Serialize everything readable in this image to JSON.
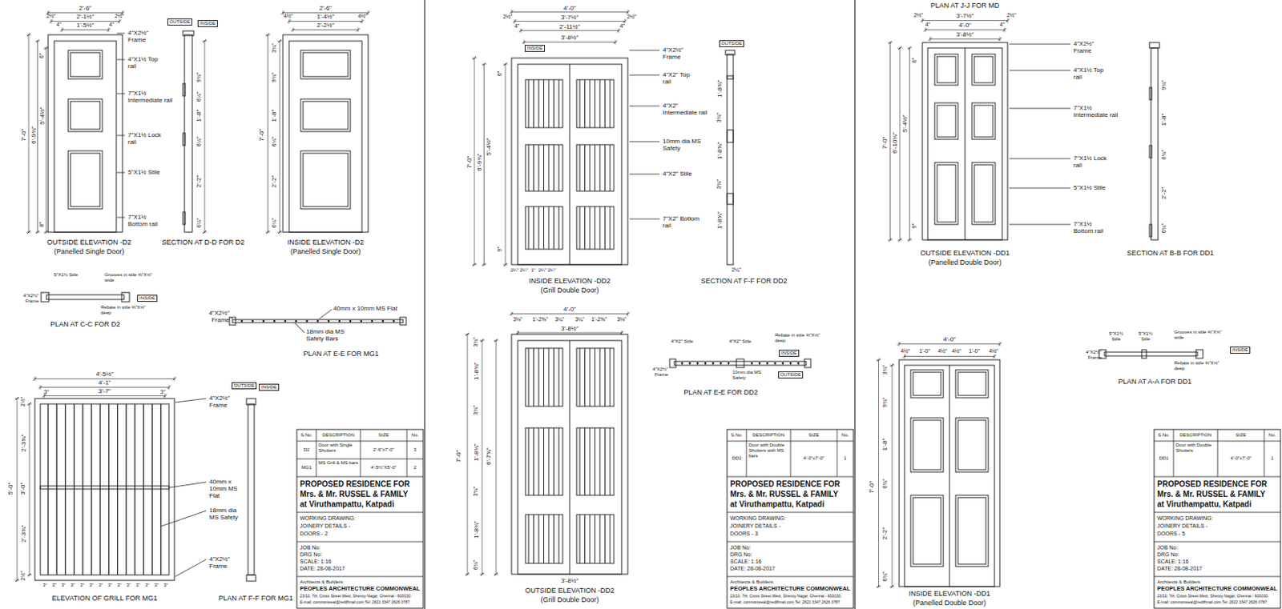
{
  "diagram": {
    "labels": [
      "2'-6\"",
      "2'-1½\"",
      "1'-5½\"",
      "2½\"",
      "2½\"",
      "4\"",
      "4\"",
      "4\"X2½\" Frame",
      "OUTSIDE",
      "INSIDE",
      "4\"X1½ Top rail",
      "7\"X1½ Intermediate rail",
      "7\"X1½ Lock rail",
      "5\"X1½ Stile",
      "7\"X1½ Bottom rail",
      "OUTSIDE ELEVATION -D2",
      "(Panelled Single Door)",
      "SECTION AT D-D FOR D2",
      "7'-0\"",
      "6'-9¾\"",
      "5'-4½\"",
      "6\"",
      "8\"",
      "9¾\"",
      "6¼\"",
      "1'-8\"",
      "6¼\"",
      "2'-2\"",
      "6¼\"",
      "2'-6\"",
      "1'-4½\"",
      "2'-2½\"",
      "4½\"",
      "4½\"",
      "7'-0\"",
      "3¾\"",
      "9¾\"",
      "1'-8\"",
      "6¼\"",
      "2'-2\"",
      "6¼\"",
      "INSIDE ELEVATION -D2",
      "(Panelled Single Door)",
      "5\"X1½ Stile",
      "Grooves in stile ⅜\"X⅝\" wide",
      "4\"X2½\" Frame",
      "Rebate in stile ⅜\"X⅝\" deep",
      "INSIDE",
      "PLAN AT C-C FOR D2",
      "40mm x 10mm MS Flat",
      "18mm dia MS Safety Bars",
      "4\"X2½\" Frame",
      "PLAN AT E-E FOR MG1",
      "4'-5½\"",
      "4'-1\"",
      "3'-7\"",
      "3\"",
      "3\"",
      "4\"X2½\" Frame",
      "OUTSIDE",
      "INSIDE",
      "5'-0\"",
      "2½\"",
      "2'-3⅝\"",
      "3'-0\"",
      "2'-3⅝\"",
      "2½\"",
      "40mm x 10mm MS Flat",
      "18mm dia MS Safety",
      "4\"X2½\" Frame",
      "3\"",
      "3\"",
      "3\"",
      "3\"",
      "3\"",
      "3\"",
      "3\"",
      "3\"",
      "3\"",
      "3\"",
      "3\"",
      "3\"",
      "3\"",
      "3\"",
      "ELEVATION OF GRILL FOR MG1",
      "PLAN AT F-F FOR MG1",
      "S.No.",
      "DESCRIPTION",
      "SIZE",
      "No.",
      "D2",
      "Door with Single Shutters",
      "2'-6\"x7'-0\"",
      "3",
      "MG1",
      "MS Grill & MS bars",
      "4'-5½\"X5'-0\"",
      "2",
      "PROPOSED RESIDENCE FOR",
      "Mrs. & Mr. RUSSEL & FAMILY",
      "at Viruthampattu, Katpadi",
      "WORKING DRAWING:",
      "JOINERY DETAILS -",
      "DOORS - 2",
      "JOB No:",
      "DRG No:",
      "SCALE: 1:16",
      "DATE: 28-08-2017",
      "Architects & Builders:",
      "PEOPLES ARCHITECTURE COMMONWEAL",
      "23/10, 7th. Cross Street West, Shenoy Nagar, Chennai - 600030.",
      "E-mail: commonweal@rediffmail.com   Tel: 2622 3347   2626 0787",
      "4'-0\"",
      "3'-7½\"",
      "2'-11½\"",
      "3'-8½\"",
      "2½\"",
      "2½\"",
      "4\"",
      "4\"",
      "INSIDE",
      "OUTSIDE",
      "4\"X2½\" Frame",
      "4\"X2\" Top rail",
      "4\"X2\" Intermediate rail",
      "10mm dia MS Safety",
      "4\"X2\" Stile",
      "7\"X2\" Bottom rail",
      "7'-0\"",
      "6'-9¾\"",
      "5'-4½\"",
      "6\"",
      "9\"",
      "1'-8⅝\"",
      "3¾\"",
      "1'-8⅝\"",
      "3¾\"",
      "1'-8⅝\"",
      "2¼\"",
      "2¼\"",
      "2¼\"",
      "1\"",
      "2¼\"",
      "2¼\"",
      "INSIDE ELEVATION -DD2",
      "(Grill Double Door)",
      "SECTION AT F-F FOR DD2",
      "4'-0\"",
      "3⅛\"",
      "1'-2⅝\"",
      "3¼\"",
      "3¼\"",
      "1'-2⅝\"",
      "3⅛\"",
      "3'-8½\"",
      "7'-0\"",
      "6'-7⅝\"",
      "3¾\"",
      "1'-8¾\"",
      "3¾\"",
      "1'-8¾\"",
      "3¾\"",
      "1'-8¾\"",
      "6¾\"",
      "3'-8½\"",
      "OUTSIDE ELEVATION -DD2",
      "(Grill Double Door)",
      "4\"X2\" Stile",
      "4\"X2\" Stile",
      "Rebate in stile ⅜\"X⅝\" deep",
      "INSIDE",
      "4\"X2½\" Frame",
      "10mm dia MS Safety",
      "OUTSIDE",
      "PLAN AT E-E FOR DD2",
      "S.No.",
      "DESCRIPTION",
      "SIZE",
      "No.",
      "DD2",
      "Door with Double Shutters with MS bars",
      "4'-0\"x7'-0\"",
      "1",
      "PROPOSED RESIDENCE FOR",
      "Mrs. & Mr. RUSSEL & FAMILY",
      "at Viruthampattu, Katpadi",
      "WORKING DRAWING:",
      "JOINERY DETAILS -",
      "DOORS - 3",
      "JOB No:",
      "DRG No:",
      "SCALE: 1:16",
      "DATE: 28-08-2017",
      "Architects & Builders:",
      "PEOPLES ARCHITECTURE COMMONWEAL",
      "23/10, 7th. Cross Street West, Shenoy Nagar, Chennai - 600030.",
      "E-mail: commonweal@rediffmail.com   Tel: 2622 3347   2626 0787",
      "PLAN AT J-J FOR MD",
      "3'-7½\"",
      "4'-0\"",
      "3'-8½\"",
      "2½\"",
      "2½\"",
      "4\"",
      "4\"",
      "4\"X2½\" Frame",
      "4\"X1½ Top rail",
      "7\"X1½ Intermediate rail",
      "7\"X1½ Lock rail",
      "5\"X1½ Stile",
      "7\"X1½ Bottom rail",
      "7'-0\"",
      "6'-10⅛\"",
      "5'-4½\"",
      "6\"",
      "9\"",
      "9¾\"",
      "1'-8\"",
      "6¾\"",
      "2'-2\"",
      "6¾\"",
      "OUTSIDE ELEVATION -DD1",
      "(Panelled Double Door)",
      "SECTION AT B-B FOR DD1",
      "4'-0\"",
      "4½\"",
      "1'-0\"",
      "4½\"",
      "4½\"",
      "1'-0\"",
      "4½\"",
      "7'-0\"",
      "3¾\"",
      "9¾\"",
      "1'-8\"",
      "6¾\"",
      "2'-2\"",
      "6¾\"",
      "INSIDE ELEVATION -DD1",
      "(Panelled Double Door)",
      "5\"X1½ Stile",
      "5\"X1½ Stile",
      "Grooves in stile ⅜\"X⅝\" wide",
      "INSIDE",
      "4\"X2½\" Frame",
      "Rebate in stile ⅜\"X⅝\" deep",
      "PLAN AT A-A FOR DD1",
      "S.No.",
      "DESCRIPTION",
      "SIZE",
      "No.",
      "DD1",
      "Door with Double Shutters",
      "4'-0\"x7'-0\"",
      "1",
      "PROPOSED RESIDENCE FOR",
      "Mrs. & Mr. RUSSEL & FAMILY",
      "at Viruthampattu, Katpadi",
      "WORKING DRAWING:",
      "JOINERY DETAILS -",
      "DOORS - 5",
      "JOB No:",
      "DRG No:",
      "SCALE: 1:16",
      "DATE: 28-08-2017",
      "Architects & Builders:",
      "PEOPLES ARCHITECTURE COMMONWEAL",
      "23/10, 7th. Cross Street West, Shenoy Nagar, Chennai - 600030.",
      "E-mail: commonweal@rediffmail.com   Tel: 2622 3347   2626 0787"
    ]
  }
}
